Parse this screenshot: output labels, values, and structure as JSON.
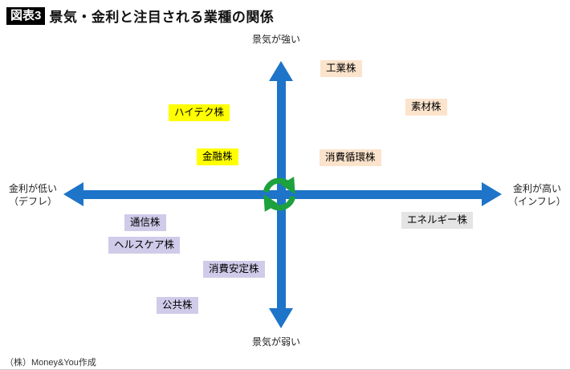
{
  "header": {
    "tag": "図表3",
    "title": "景気・金利と注目される業種の関係"
  },
  "axes": {
    "top": "景気が強い",
    "bottom": "景気が弱い",
    "left_line1": "金利が低い",
    "left_line2": "（デフレ）",
    "right_line1": "金利が高い",
    "right_line2": "（インフレ）"
  },
  "sectors": [
    {
      "label": "工業株",
      "color": "#fbe3cc"
    },
    {
      "label": "素材株",
      "color": "#fbe3cc"
    },
    {
      "label": "ハイテク株",
      "color": "#ffff00"
    },
    {
      "label": "金融株",
      "color": "#ffff00"
    },
    {
      "label": "消費循環株",
      "color": "#fbe3cc"
    },
    {
      "label": "通信株",
      "color": "#cfcbe9"
    },
    {
      "label": "ヘルスケア株",
      "color": "#cfcbe9"
    },
    {
      "label": "消費安定株",
      "color": "#cfcbe9"
    },
    {
      "label": "公共株",
      "color": "#cfcbe9"
    },
    {
      "label": "エネルギー株",
      "color": "#e4e4e4"
    }
  ],
  "palette": {
    "axis_blue": "#1e74c8",
    "cycle_green": "#1ca13e"
  },
  "footer": {
    "credit": "（株）Money&You作成"
  }
}
